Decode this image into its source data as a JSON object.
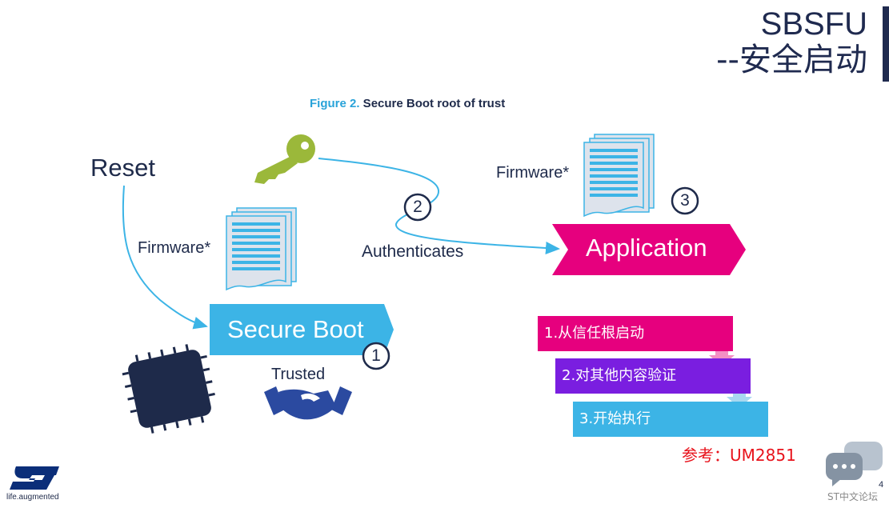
{
  "header": {
    "title_line1": "SBSFU",
    "title_line2": "--安全启动"
  },
  "figure": {
    "caption_label": "Figure 2.",
    "caption_text": " Secure Boot root of trust",
    "reset": "Reset",
    "firmware_left": "Firmware*",
    "firmware_right": "Firmware*",
    "authenticates": "Authenticates",
    "application": "Application",
    "secure_boot": "Secure Boot",
    "trusted": "Trusted",
    "step_markers": [
      "1",
      "2",
      "3"
    ]
  },
  "steps": [
    {
      "label": "1.从信任根启动",
      "color": "#e6007e"
    },
    {
      "label": "2.对其他内容验证",
      "color": "#7a1ee0"
    },
    {
      "label": "3.开始执行",
      "color": "#3cb4e6"
    }
  ],
  "reference": "参考：UM2851",
  "footer": {
    "logo_tagline": "life.augmented",
    "page_number": "4",
    "forum_label": "ST中文论坛"
  }
}
